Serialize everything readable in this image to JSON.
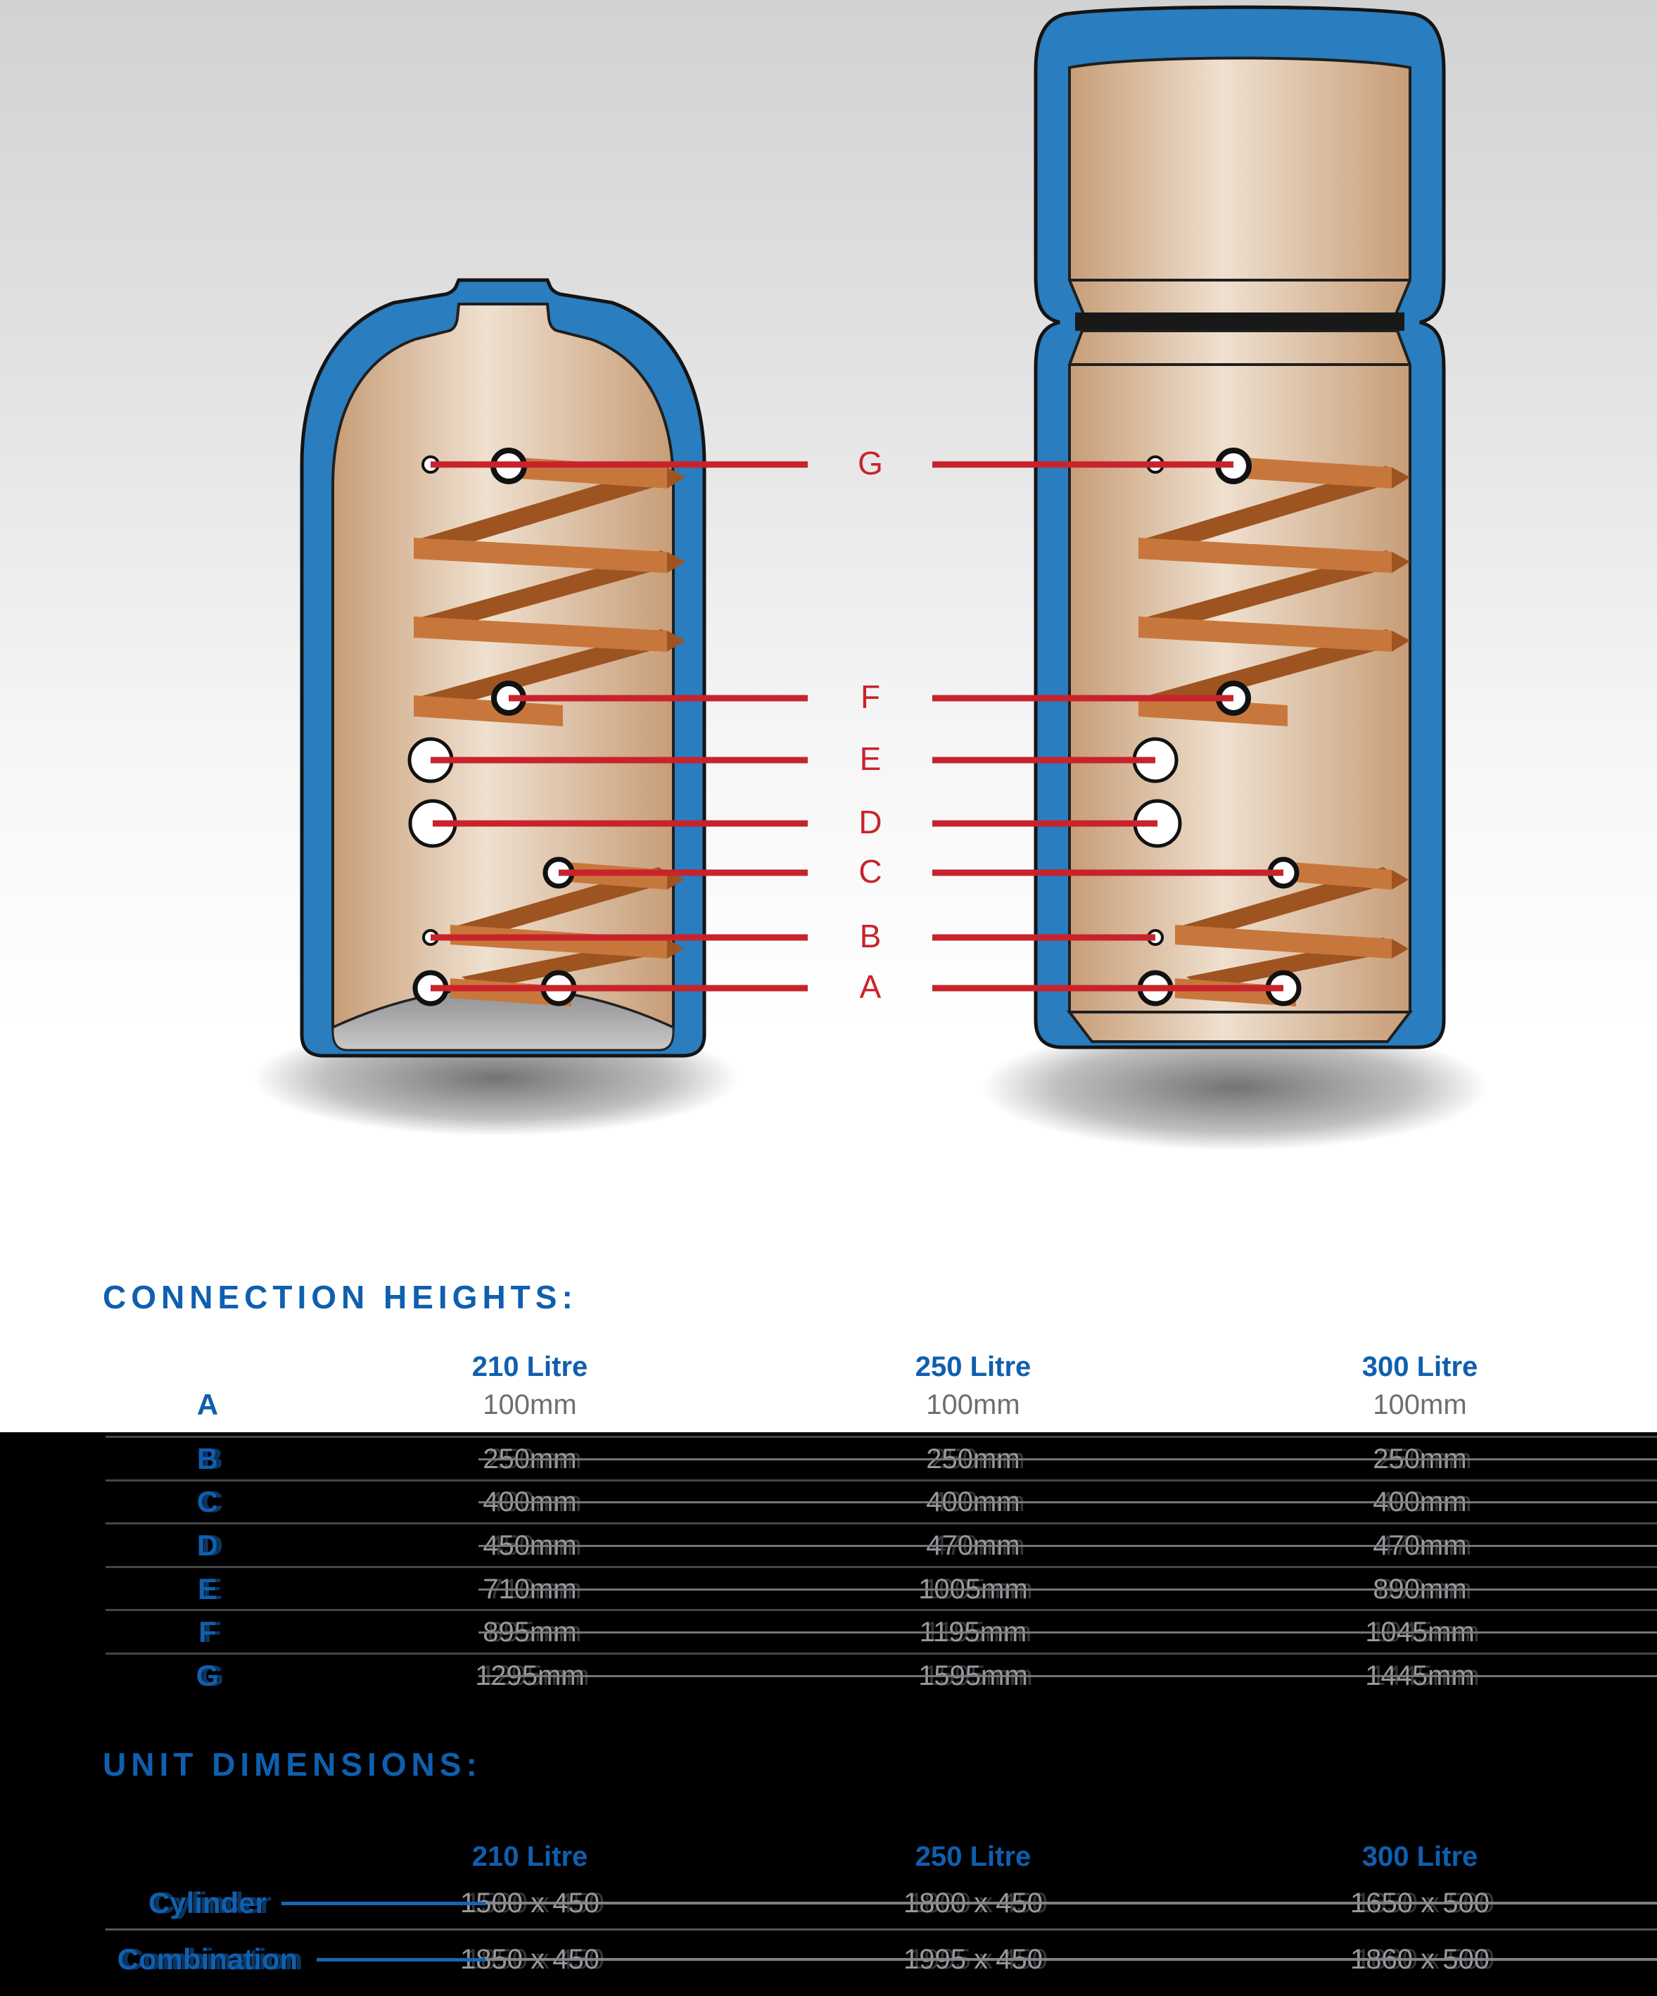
{
  "diagram": {
    "connection_labels": [
      "G",
      "F",
      "E",
      "D",
      "C",
      "B",
      "A"
    ],
    "colors": {
      "label_red": "#c8232b",
      "shell_blue": "#2a7dbe",
      "tank_copper": "#e4cdb6",
      "coil_light": "#c8773c",
      "coil_dark": "#9e5420"
    }
  },
  "connection_heights": {
    "title": "CONNECTION HEIGHTS:",
    "columns": [
      "210 Litre",
      "250 Litre",
      "300 Litre"
    ],
    "rows": [
      {
        "label": "A",
        "values": [
          "100mm",
          "100mm",
          "100mm"
        ]
      },
      {
        "label": "B",
        "values": [
          "250mm",
          "250mm",
          "250mm"
        ]
      },
      {
        "label": "C",
        "values": [
          "400mm",
          "400mm",
          "400mm"
        ]
      },
      {
        "label": "D",
        "values": [
          "450mm",
          "470mm",
          "470mm"
        ]
      },
      {
        "label": "E",
        "values": [
          "710mm",
          "1005mm",
          "890mm"
        ]
      },
      {
        "label": "F",
        "values": [
          "895mm",
          "1195mm",
          "1045mm"
        ]
      },
      {
        "label": "G",
        "values": [
          "1295mm",
          "1595mm",
          "1445mm"
        ]
      }
    ]
  },
  "unit_dimensions": {
    "title": "UNIT DIMENSIONS:",
    "columns": [
      "210 Litre",
      "250 Litre",
      "300 Litre"
    ],
    "rows": [
      {
        "label": "Cylinder",
        "values": [
          "1500 x 450",
          "1800 x 450",
          "1650 x 500"
        ]
      },
      {
        "label": "Combination",
        "values": [
          "1850 x 450",
          "1995 x 450",
          "1860 x 500"
        ]
      }
    ]
  },
  "table_style": {
    "heading_blue": "#0f5fae",
    "value_gray": "#6d6e71",
    "value_gray_on_black": "#97989c",
    "background_black": "#000000"
  }
}
